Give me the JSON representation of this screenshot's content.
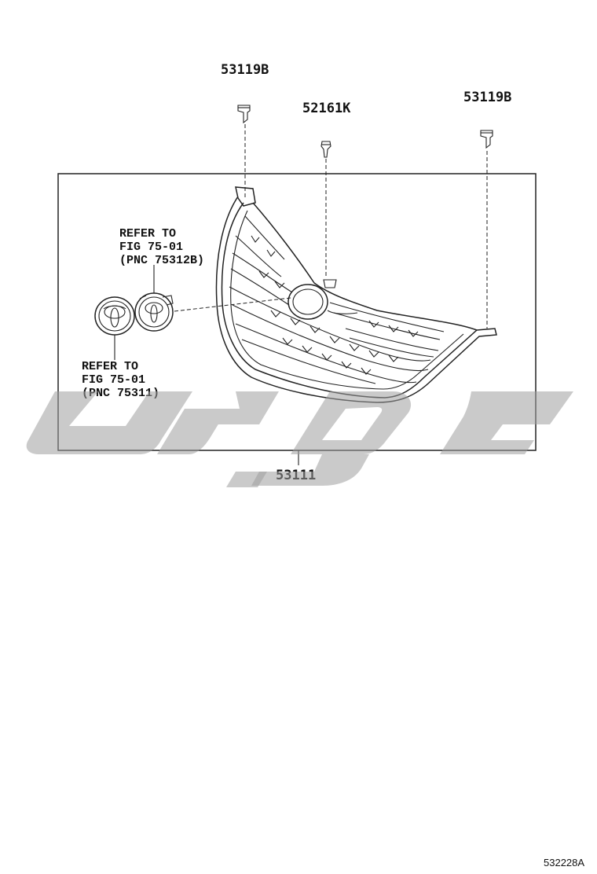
{
  "labels": {
    "clip_left": "53119B",
    "clip_center": "52161K",
    "clip_right": "53119B",
    "grille": "53111"
  },
  "notes": {
    "upper": [
      "REFER TO",
      "FIG 75-01",
      "(PNC 75312B)"
    ],
    "lower": [
      "REFER TO",
      "FIG 75-01",
      "(PNC 75311)"
    ]
  },
  "figure_id": "532228A"
}
